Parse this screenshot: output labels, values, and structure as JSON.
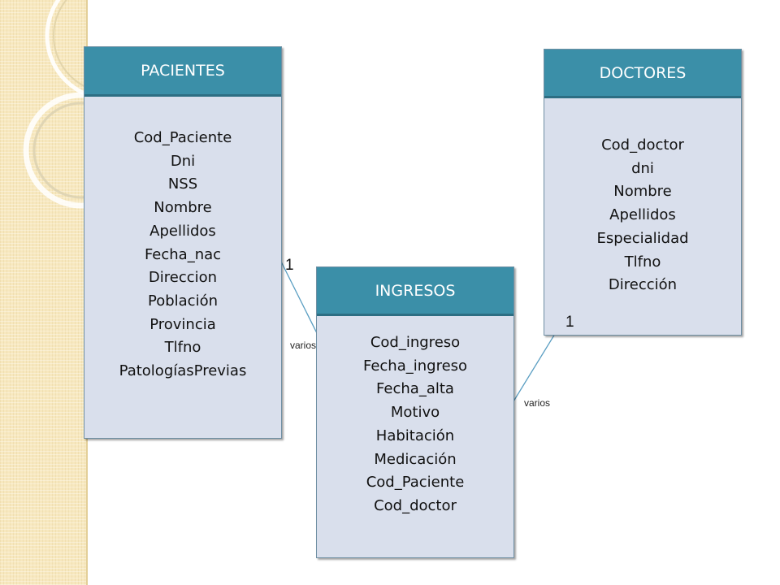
{
  "entities": {
    "pacientes": {
      "title": "PACIENTES",
      "fields": [
        "Cod_Paciente",
        "Dni",
        "NSS",
        "Nombre",
        "Apellidos",
        "Fecha_nac",
        "Direccion",
        "Población",
        "Provincia",
        "Tlfno",
        "PatologíasPrevias"
      ]
    },
    "doctores": {
      "title": "DOCTORES",
      "fields": [
        "Cod_doctor",
        "dni",
        "Nombre",
        "Apellidos",
        "Especialidad",
        "Tlfno",
        "Dirección"
      ]
    },
    "ingresos": {
      "title": "INGRESOS",
      "fields": [
        "Cod_ingreso",
        "Fecha_ingreso",
        "Fecha_alta",
        "Motivo",
        "Habitación",
        "Medicación",
        "Cod_Paciente",
        "Cod_doctor"
      ]
    }
  },
  "relationships": {
    "pacientes_ingresos": {
      "one_label": "1",
      "many_label": "varios"
    },
    "doctores_ingresos": {
      "one_label": "1",
      "many_label": "varios"
    }
  },
  "colors": {
    "header": "#3b8fa8",
    "body": "#d9dfec",
    "connector": "#5a9ec2",
    "side_strip": "#f7e8bf"
  }
}
